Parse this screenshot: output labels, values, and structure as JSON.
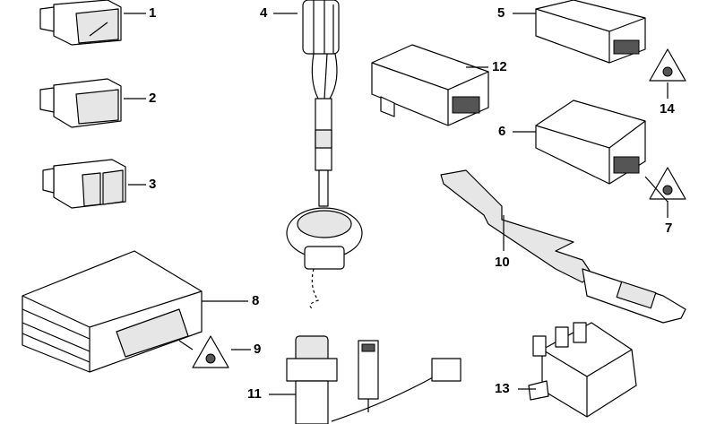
{
  "diagram": {
    "callouts": [
      {
        "id": "1",
        "label": "1"
      },
      {
        "id": "2",
        "label": "2"
      },
      {
        "id": "3",
        "label": "3"
      },
      {
        "id": "4",
        "label": "4"
      },
      {
        "id": "5",
        "label": "5"
      },
      {
        "id": "6",
        "label": "6"
      },
      {
        "id": "7",
        "label": "7"
      },
      {
        "id": "8",
        "label": "8"
      },
      {
        "id": "9",
        "label": "9"
      },
      {
        "id": "10",
        "label": "10"
      },
      {
        "id": "11",
        "label": "11"
      },
      {
        "id": "12",
        "label": "12"
      },
      {
        "id": "13",
        "label": "13"
      },
      {
        "id": "14",
        "label": "14"
      }
    ],
    "colors": {
      "line": "#000000",
      "fill": "#ffffff",
      "shade": "#e6e6e6"
    }
  }
}
